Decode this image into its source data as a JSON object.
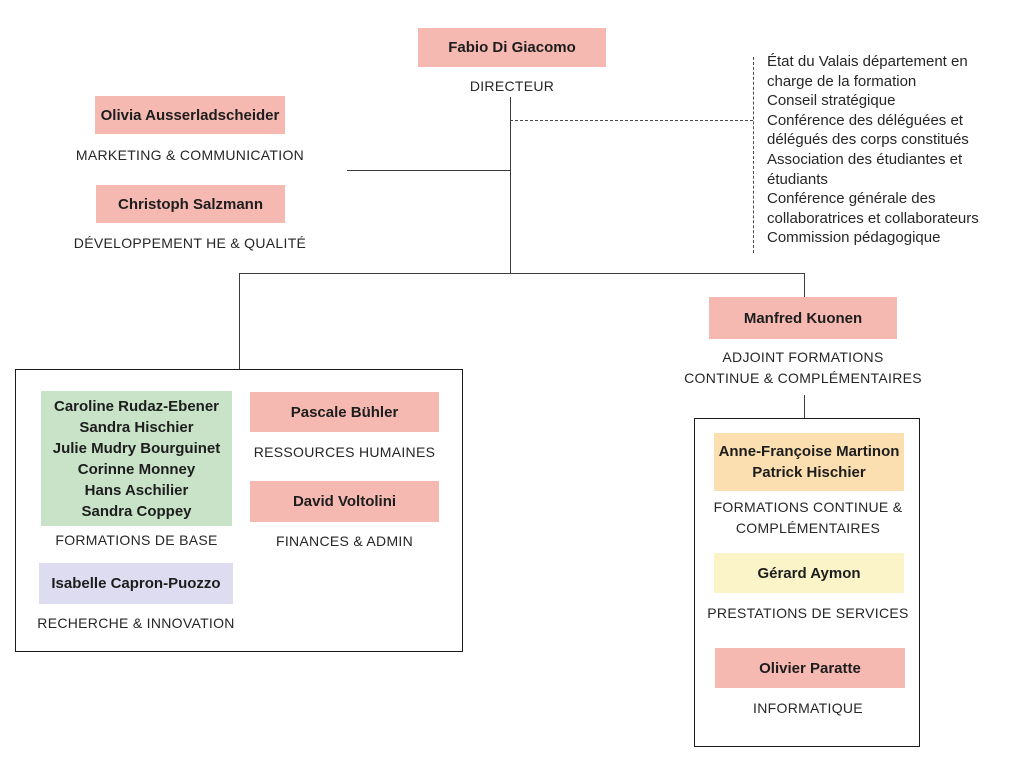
{
  "palette": {
    "pink": "#f6b9b2",
    "green": "#c8e3c8",
    "lavender": "#dedcf0",
    "peach": "#fbdfb1",
    "yellow": "#fcf4c9",
    "line": "#3c3c3c",
    "panel_border": "#1b1b1b",
    "text": "#212121"
  },
  "director": {
    "name": "Fabio Di Giacomo",
    "role": "DIRECTEUR"
  },
  "advisory": {
    "items": [
      "État du Valais département en charge de la formation",
      "Conseil stratégique",
      "Conférence des déléguées et délégués des corps constitués",
      "Association des étudiantes et étudiants",
      "Conférence générale des collaboratrices et collaborateurs",
      "Commission pédagogique"
    ]
  },
  "staff_functions": {
    "marketing": {
      "name": "Olivia Ausserladscheider",
      "role": "MARKETING & COMMUNICATION"
    },
    "development": {
      "name": "Christoph Salzmann",
      "role": "DÉVELOPPEMENT HE & QUALITÉ"
    }
  },
  "adjoint": {
    "name": "Manfred Kuonen",
    "role_line1": "ADJOINT FORMATIONS",
    "role_line2": "CONTINUE & COMPLÉMENTAIRES"
  },
  "left_unit": {
    "formations_de_base": {
      "members": [
        "Caroline Rudaz-Ebener",
        "Sandra Hischier",
        "Julie Mudry Bourguinet",
        "Corinne Monney",
        "Hans Aschilier",
        "Sandra Coppey"
      ],
      "role": "FORMATIONS DE BASE"
    },
    "ressources_humaines": {
      "name": "Pascale Bühler",
      "role": "RESSOURCES HUMAINES"
    },
    "finances_admin": {
      "name": "David Voltolini",
      "role": "FINANCES & ADMIN"
    },
    "recherche_innovation": {
      "name": "Isabelle Capron-Puozzo",
      "role": "RECHERCHE & INNOVATION"
    }
  },
  "right_unit": {
    "formations_continue": {
      "members": [
        "Anne-Françoise Martinon",
        "Patrick Hischier"
      ],
      "role_line1": "FORMATIONS CONTINUE &",
      "role_line2": "COMPLÉMENTAIRES"
    },
    "prestations_services": {
      "name": "Gérard Aymon",
      "role": "PRESTATIONS DE SERVICES"
    },
    "informatique": {
      "name": "Olivier Paratte",
      "role": "INFORMATIQUE"
    }
  }
}
